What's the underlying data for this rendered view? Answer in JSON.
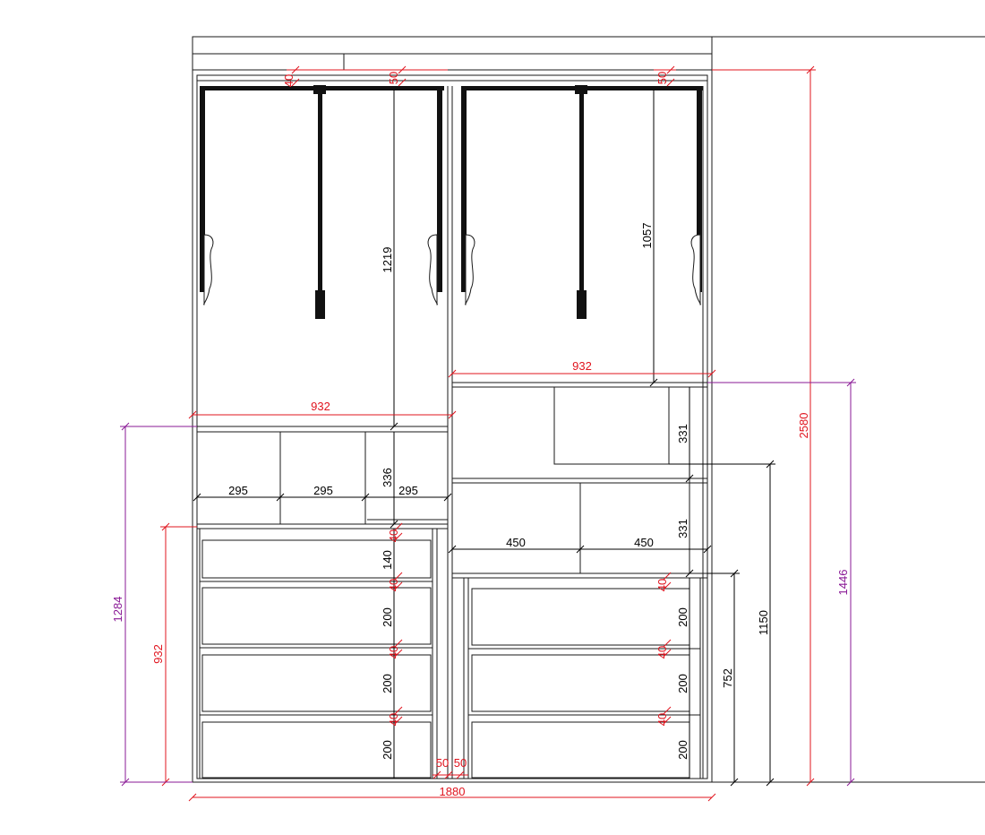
{
  "colors": {
    "outline": "#1a1a1a",
    "dim_black": "#000000",
    "dim_red": "#e0141e",
    "dim_purple": "#8a1a96",
    "rail": "#111111",
    "background": "#ffffff"
  },
  "dimensions": {
    "top_left_rail_gap": "40",
    "top_left_gap": "50",
    "top_right_gap": "50",
    "left_hanging_height": "1219",
    "right_hanging_height": "1057",
    "left_shelf_width": "932",
    "right_shelf_width": "932",
    "cubby_1_width": "295",
    "cubby_2_width": "295",
    "cubby_3_width": "295",
    "cubby_height": "336",
    "right_shelf_upper_height": "331",
    "right_shelf_lower_height": "331",
    "right_cubby_1_width": "450",
    "right_cubby_2_width": "450",
    "left_gap_1": "40",
    "left_drawer_1": "140",
    "left_gap_2": "40",
    "left_drawer_2": "200",
    "left_gap_3": "40",
    "left_drawer_3": "200",
    "left_gap_4": "40",
    "left_drawer_4": "200",
    "right_gap_1": "40",
    "right_drawer_1": "200",
    "right_gap_2": "40",
    "right_drawer_2": "200",
    "right_gap_3": "40",
    "right_drawer_3": "200",
    "center_gap_left": "50",
    "center_gap_right": "50",
    "total_width": "1880",
    "total_height": "2580",
    "left_outer_height": "1284",
    "left_drawer_block_height": "932",
    "right_shelf_block_height": "1446",
    "right_mid_height": "1150",
    "right_drawer_block_height": "752"
  }
}
